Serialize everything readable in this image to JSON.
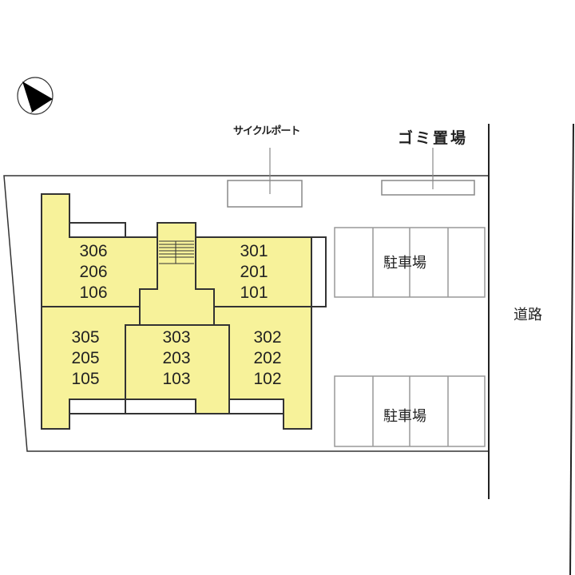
{
  "colors": {
    "building": "#f7f29a",
    "outline": "#333333",
    "facility": "#888888"
  },
  "compass": {
    "icon": "north-arrow-icon"
  },
  "labels": {
    "cycle_port": "サイクルポート",
    "garbage": "ゴミ置場",
    "parking_1": "駐車場",
    "parking_2": "駐車場",
    "road": "道路"
  },
  "units": [
    {
      "rooms": [
        "306",
        "206",
        "106"
      ]
    },
    {
      "rooms": [
        "301",
        "201",
        "101"
      ]
    },
    {
      "rooms": [
        "305",
        "205",
        "105"
      ]
    },
    {
      "rooms": [
        "303",
        "203",
        "103"
      ]
    },
    {
      "rooms": [
        "302",
        "202",
        "102"
      ]
    }
  ]
}
